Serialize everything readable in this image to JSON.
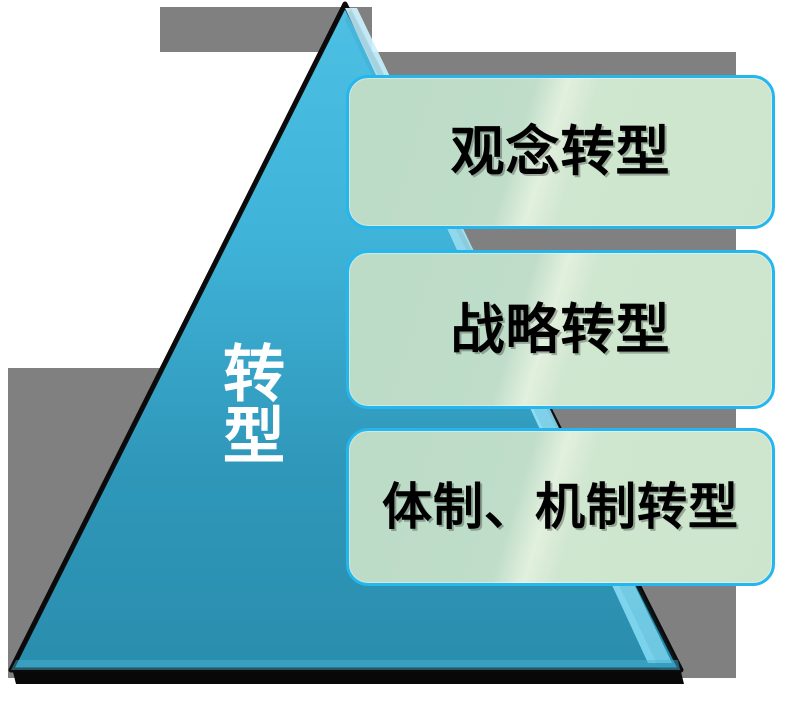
{
  "diagram": {
    "type": "pyramid",
    "title": "转型",
    "pyramid": {
      "label": "转型",
      "label_orientation": "vertical",
      "label_color": "#FFFFFF",
      "fill_top_color": "#43B7DD",
      "fill_bottom_color": "#2A8FAE",
      "outline_color": "#000000",
      "highlight_color": "#8FE2F5"
    },
    "levels": [
      {
        "index": 1,
        "label": "观念转型",
        "fill_color": "#C6E1CD",
        "border_color": "#23B6EF",
        "text_color": "#000000"
      },
      {
        "index": 2,
        "label": "战略转型",
        "fill_color": "#C6E1CD",
        "border_color": "#23B6EF",
        "text_color": "#000000"
      },
      {
        "index": 3,
        "label": "体制、机制转型",
        "fill_color": "#C6E1CD",
        "border_color": "#23B6EF",
        "text_color": "#000000"
      }
    ],
    "background": {
      "page_color": "#FFFFFF",
      "shadow_color": "#808080"
    }
  }
}
